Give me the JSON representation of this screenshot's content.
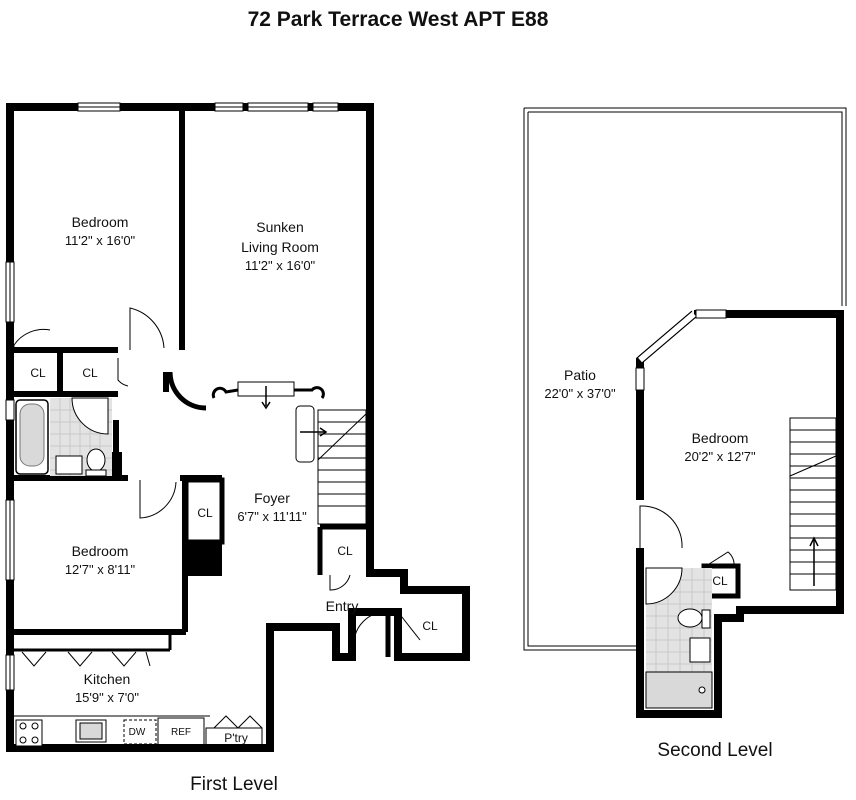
{
  "title": "72 Park Terrace West APT E88",
  "levels": {
    "first": {
      "caption": "First Level",
      "rooms": {
        "bedroom1": {
          "name": "Bedroom",
          "dim": "11'2\" x 16'0\""
        },
        "living": {
          "name_line1": "Sunken",
          "name_line2": "Living Room",
          "dim": "11'2\" x 16'0\""
        },
        "foyer": {
          "name": "Foyer",
          "dim": "6'7\" x 11'11\""
        },
        "bedroom2": {
          "name": "Bedroom",
          "dim": "12'7\" x 8'11\""
        },
        "kitchen": {
          "name": "Kitchen",
          "dim": "15'9\" x 7'0\""
        },
        "entry": {
          "name": "Entry"
        }
      },
      "closets": [
        "CL",
        "CL",
        "CL",
        "CL",
        "CL"
      ],
      "appliances": {
        "dw": "DW",
        "ref": "REF",
        "pantry": "P'try"
      }
    },
    "second": {
      "caption": "Second Level",
      "rooms": {
        "patio": {
          "name": "Patio",
          "dim": "22'0\" x 37'0\""
        },
        "bedroom": {
          "name": "Bedroom",
          "dim": "20'2\" x 12'7\""
        }
      },
      "closets": [
        "CL"
      ]
    }
  }
}
